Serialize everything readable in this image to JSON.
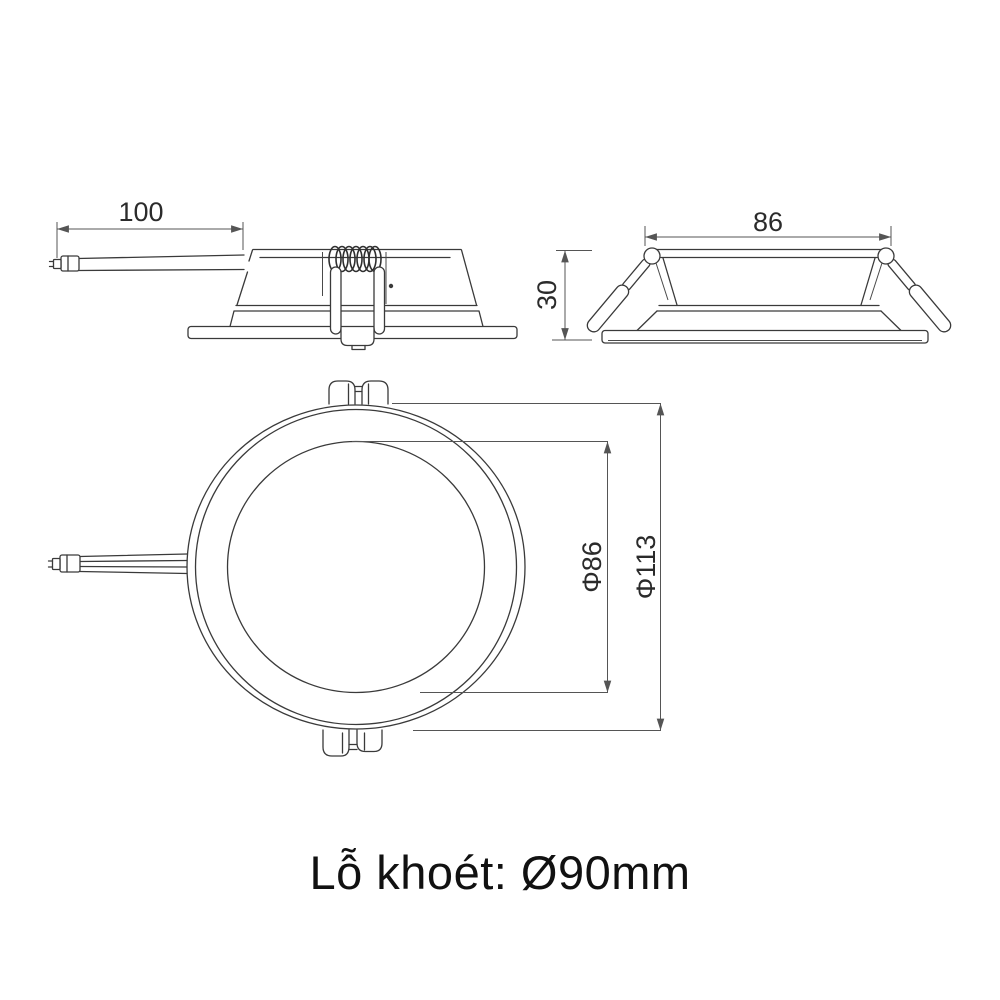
{
  "caption": "Lỗ khoét: Ø90mm",
  "views": {
    "side": {
      "label_wire_length": "100"
    },
    "mounted": {
      "label_width": "86",
      "label_depth": "30"
    },
    "front": {
      "label_inner_diameter": "Φ86",
      "label_outer_diameter": "Φ113"
    }
  },
  "colors": {
    "background": "#ffffff",
    "outline": "#3a3a3a",
    "dimension_line": "#555555",
    "label_text": "#2b2b2b",
    "caption_text": "#111111"
  }
}
